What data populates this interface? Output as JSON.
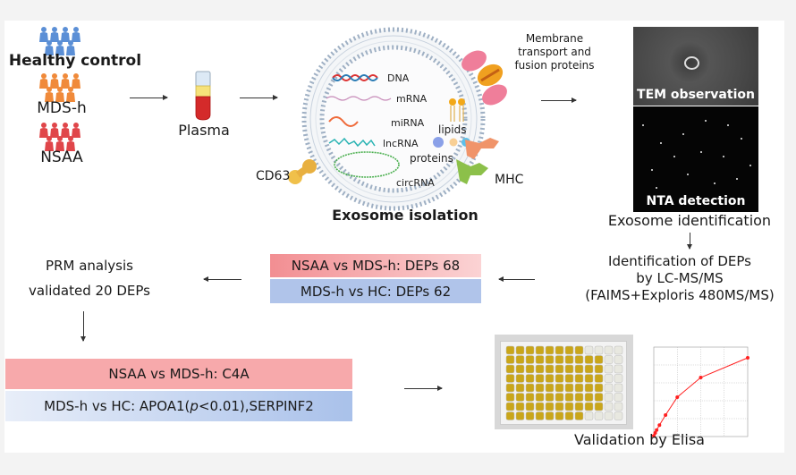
{
  "groups": [
    {
      "label": "Healthy control",
      "color": "#5b8fd6"
    },
    {
      "label": "MDS-h",
      "color": "#f08a3a"
    },
    {
      "label": "NSAA",
      "color": "#e0464a"
    }
  ],
  "plasma": {
    "label": "Plasma"
  },
  "exosome": {
    "title": "Exosome isolation",
    "contents": [
      "DNA",
      "mRNA",
      "miRNA",
      "lncRNA",
      "circRNA",
      "lipids",
      "proteins"
    ],
    "membrane_labels": {
      "cd63": "CD63",
      "mhc": "MHC",
      "membrane_proteins": "Membrane transport and fusion proteins"
    },
    "membrane_proteins_lines": [
      "Membrane",
      "transport and",
      "fusion proteins"
    ]
  },
  "identification": {
    "tem_label": "TEM observation",
    "nta_label": "NTA detection",
    "title": "Exosome identification"
  },
  "lcms": {
    "lines": [
      "Identification  of  DEPs",
      "by  LC-MS/MS",
      "(FAIMS+Exploris 480MS/MS)"
    ]
  },
  "deps": [
    {
      "label": "NSAA vs MDS-h: DEPs 68"
    },
    {
      "label": "MDS-h vs HC: DEPs 62"
    }
  ],
  "prm": {
    "lines": [
      "PRM analysis",
      "validated 20 DEPs"
    ]
  },
  "results": {
    "nsaa_label": "NSAA vs MDS-h: C4A",
    "mds_prefix": "MDS-h vs HC: APOA1(",
    "mds_p": "p",
    "mds_suffix": "<0.01),SERPINF2"
  },
  "elisa": {
    "title": "Validation by Elisa",
    "colors": {
      "well": "#c9a61a",
      "curve": "#ff2020"
    }
  },
  "chart_data": {
    "type": "line",
    "title": "",
    "xlabel": "",
    "ylabel": "",
    "xlim": [
      0,
      200
    ],
    "ylim": [
      0,
      2.5
    ],
    "x": [
      0,
      3,
      6,
      12,
      25,
      50,
      100,
      200
    ],
    "values": [
      0.02,
      0.1,
      0.18,
      0.32,
      0.6,
      1.1,
      1.65,
      2.2
    ],
    "grid": true
  }
}
